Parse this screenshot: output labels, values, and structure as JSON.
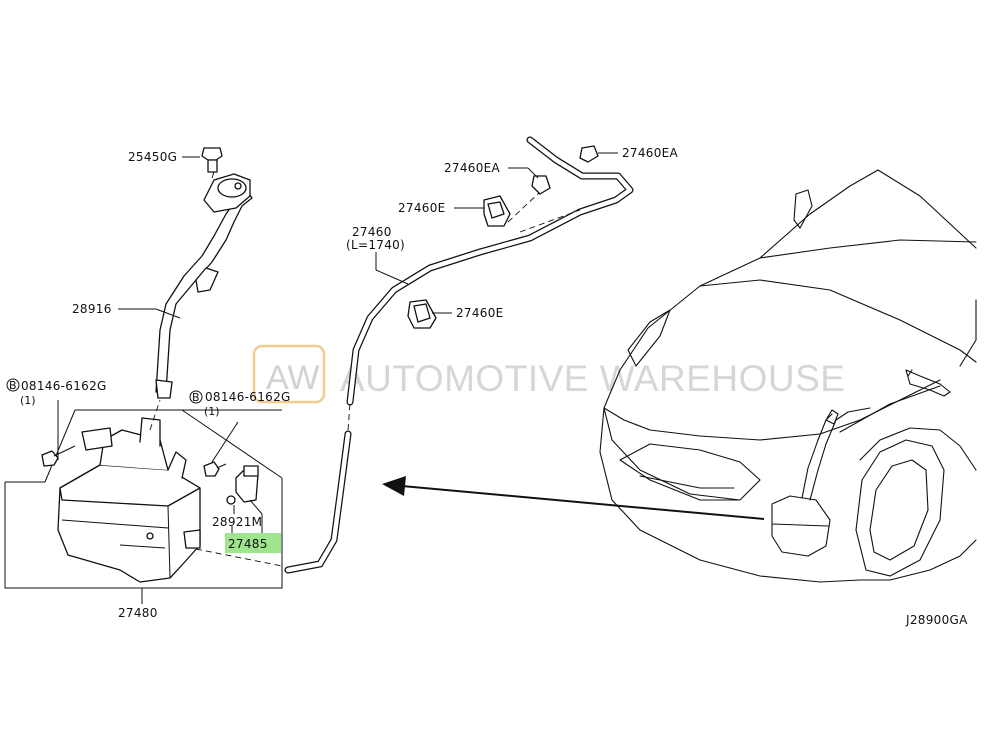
{
  "watermark": {
    "logo": "AW",
    "text": "AUTOMOTIVE WAREHOUSE",
    "color": "#d8d8d8",
    "logo_border_color": "#f1cc90"
  },
  "highlight_color": "#9ee58e",
  "diagram_code": "J28900GA",
  "parts": {
    "p25450g": "25450G",
    "p28916": "28916",
    "p08146_left": "08146-6162G",
    "p08146_left_qty": "(1)",
    "p08146_right": "08146-6162G",
    "p08146_right_qty": "(1)",
    "p28921m": "28921M",
    "p27485": "27485",
    "p27480": "27480",
    "p27460": "27460",
    "p27460_length": "(L=1740)",
    "p27460e_upper": "27460E",
    "p27460e_lower": "27460E",
    "p27460ea_left": "27460EA",
    "p27460ea_right": "27460EA",
    "bolt_symbol": "B"
  }
}
